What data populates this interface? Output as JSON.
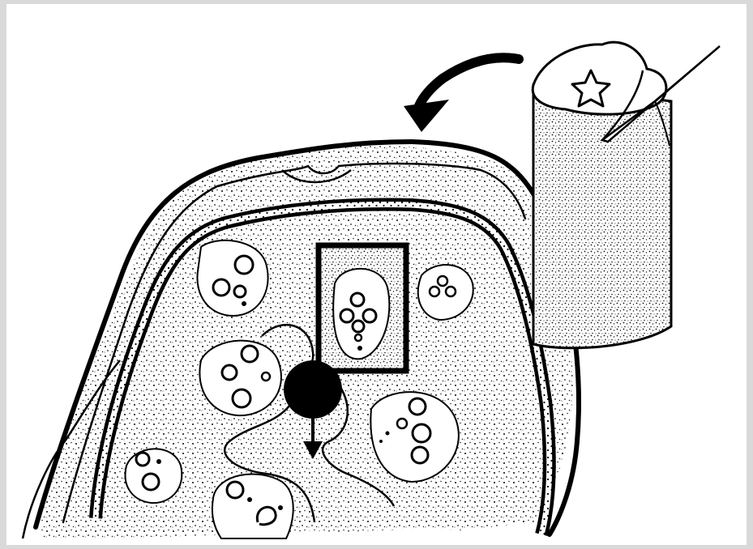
{
  "figure": {
    "background": "#ffffff",
    "frame_color": "#d9d9d9",
    "ink_color": "#000000",
    "style": "black-and-white line drawing with stippling",
    "parts": [
      {
        "name": "outer-membrane",
        "icon": "curved-outline"
      },
      {
        "name": "inner-ring",
        "icon": "dotted-double-line"
      },
      {
        "name": "stippled-tissue",
        "icon": "dot-texture"
      },
      {
        "name": "cell-cluster",
        "icon": "circle-group",
        "count": 7
      },
      {
        "name": "highlight-box",
        "icon": "rectangle"
      },
      {
        "name": "central-dot",
        "icon": "filled-circle"
      },
      {
        "name": "down-arrow",
        "icon": "arrow-down"
      },
      {
        "name": "curved-arrow",
        "icon": "arrow-curve-left"
      },
      {
        "name": "rolled-sheet",
        "icon": "scroll-cylinder"
      },
      {
        "name": "star",
        "icon": "star-outline"
      }
    ]
  }
}
